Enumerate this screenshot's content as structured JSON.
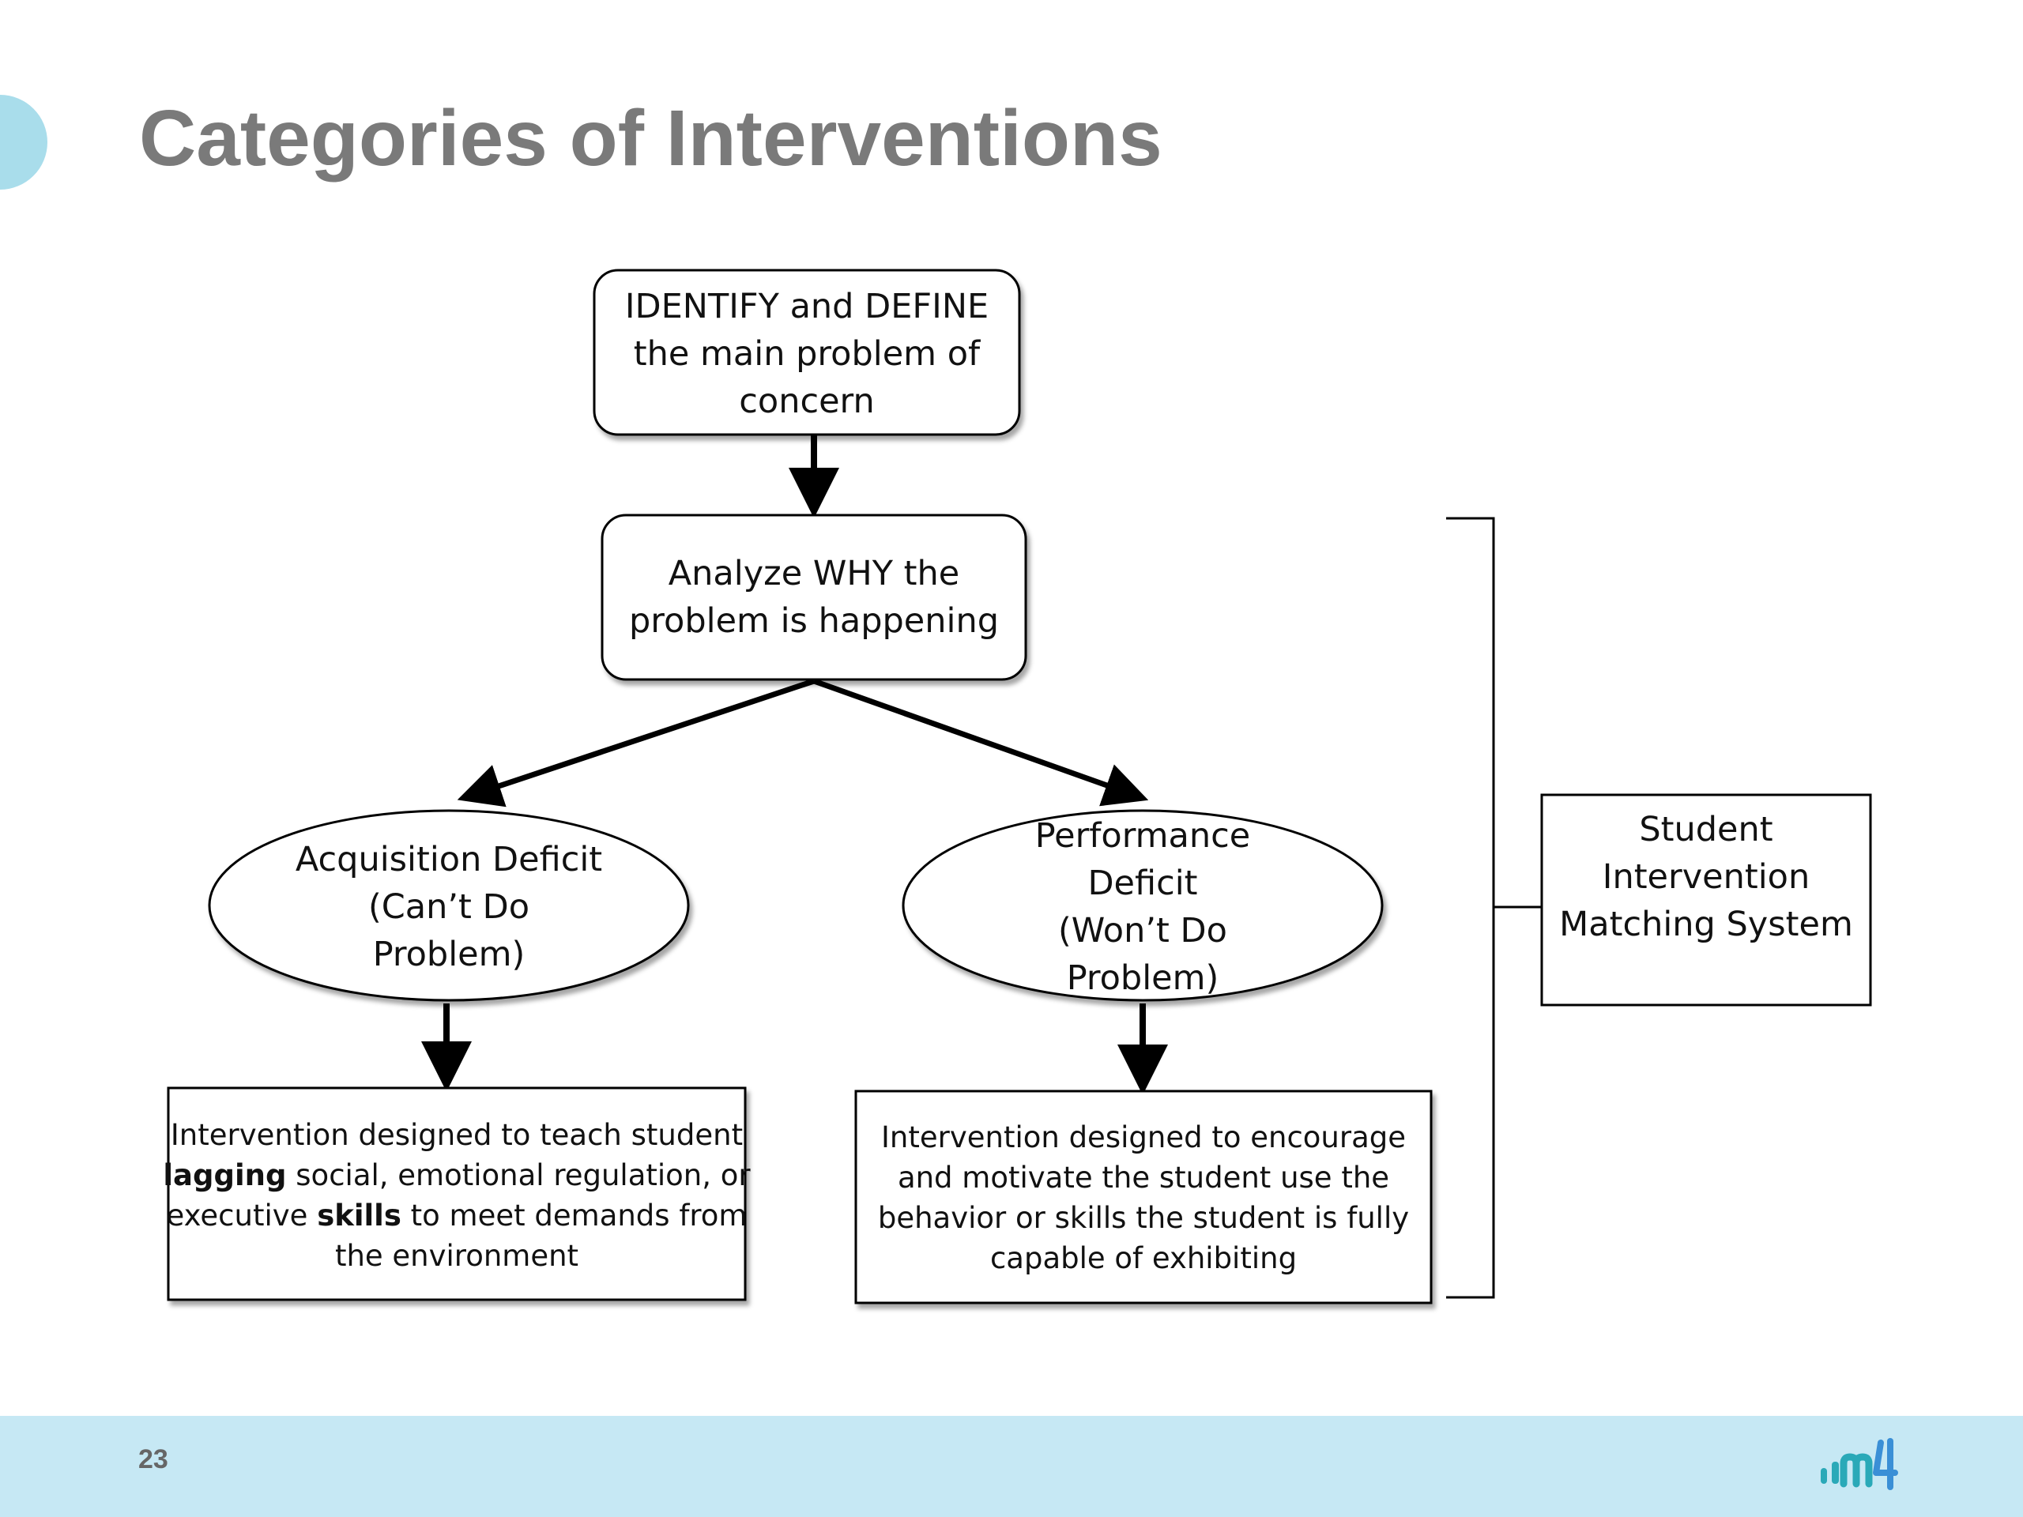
{
  "slide": {
    "title": "Categories of Interventions",
    "page_number": "23"
  },
  "diagram": {
    "identify": [
      "IDENTIFY and DEFINE",
      "the main problem of",
      "concern"
    ],
    "analyze": [
      "Analyze WHY the",
      "problem is happening"
    ],
    "acquisition": [
      "Acquisition Deficit",
      "(Can’t Do",
      "Problem)"
    ],
    "performance": [
      "Performance",
      "Deficit",
      "(Won’t Do",
      "Problem)"
    ],
    "teach_box": {
      "line1": "Intervention designed to teach student",
      "line2_bold": "lagging",
      "line2_rest": " social, emotional regulation, or",
      "line3_start": "executive ",
      "line3_bold": "skills",
      "line3_rest": " to meet demands from",
      "line4": "the environment"
    },
    "encourage_box": [
      "Intervention designed to encourage",
      "and motivate the student use the",
      "behavior or skills the student is fully",
      "capable of exhibiting"
    ],
    "matching_system": [
      "Student",
      "Intervention",
      "Matching System"
    ]
  },
  "colors": {
    "title": "#7a7a7a",
    "footer": "#c6e8f4",
    "accent": "#a9ddeb",
    "logo_teal": "#2aa9b8",
    "logo_blue": "#3a8fd6"
  },
  "logo": {
    "icon": "m4-logo-icon"
  }
}
